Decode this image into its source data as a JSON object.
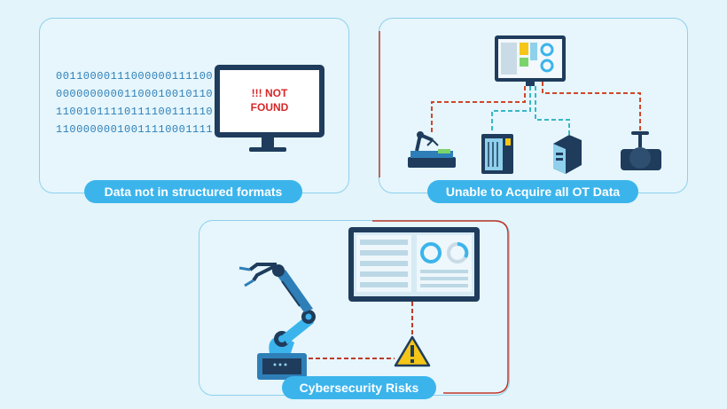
{
  "panels": {
    "structured": {
      "label": "Data not in structured formats"
    },
    "acquire": {
      "label": "Unable to Acquire all OT Data"
    },
    "security": {
      "label": "Cybersecurity Risks"
    }
  },
  "binary_lines": [
    "00110000111000000111100",
    "00000000001100010010110",
    "11001011110111100111110",
    "11000000010011110001111"
  ],
  "monitor_message": {
    "line1": "!!! NOT",
    "line2": "FOUND"
  },
  "colors": {
    "accent": "#3bb4ec",
    "panel_border": "#8fd0ec",
    "dark": "#1f3c5c",
    "alert_red": "#c0392b",
    "warning_yellow": "#f5c518",
    "dashed_teal": "#37b7c8"
  },
  "icons": [
    "binary-text",
    "monitor-icon",
    "dashboard-monitor-icon",
    "robot-arm-icon",
    "server-cabinet-icon",
    "plc-module-icon",
    "valve-icon",
    "warning-icon"
  ]
}
